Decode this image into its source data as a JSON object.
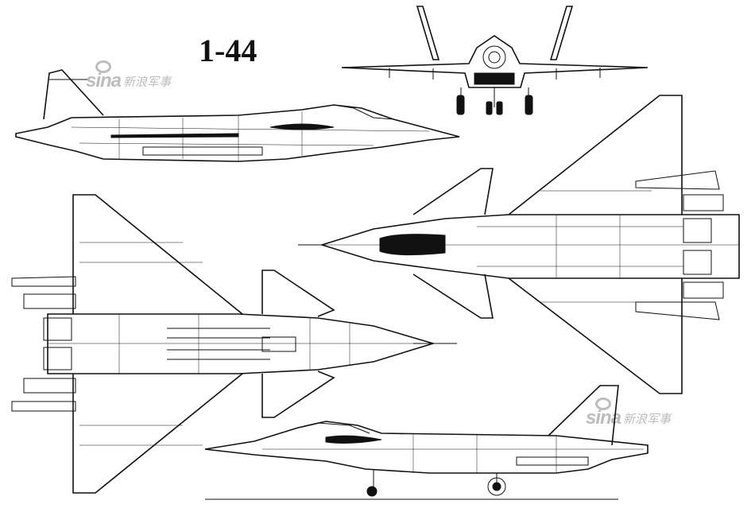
{
  "title": "1-44",
  "watermarks": [
    {
      "logo": "sina",
      "text": "新浪军事"
    },
    {
      "logo": "sina",
      "text": "新浪军事"
    }
  ]
}
